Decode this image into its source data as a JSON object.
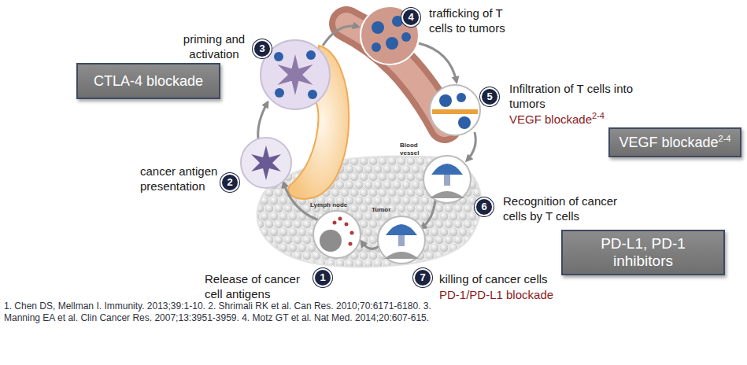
{
  "diagram": {
    "nodes": [
      {
        "text": [
          "CTLA-4 blockade"
        ]
      },
      {
        "text": [
          "3",
          "priming and activation"
        ]
      },
      {
        "text": [
          "4",
          "trafficking of T cells to tumors"
        ]
      },
      {
        "text": [
          "5",
          "Infiltration of T cells into tumors"
        ]
      },
      {
        "text": [
          "VEGF blockade",
          "2-4"
        ]
      },
      {
        "text": [
          "2",
          "cancer antigen presentation"
        ]
      },
      {
        "text": [
          "6",
          "Recognition of cancer cells by T cells"
        ]
      },
      {
        "text": [
          "PD-L1, PD-1 inhibitors"
        ]
      },
      {
        "text": [
          "1",
          "Release of cancer cell antigens"
        ]
      },
      {
        "text": [
          "7",
          "killing of cancer cells"
        ]
      }
    ],
    "labels": [
      "Lymph node",
      "Blood vessel",
      "VEGF blockade",
      "2-4",
      "Tumor",
      "PD-1/PD-L1 blockade",
      "1. Chen DS, Mellman I. Immunity. 2013;39:1-10. 2. Shrimali RK et al. Can Res. 2010;70:6171-6180. 3. Manning EA et al. Clin Cancer Res. 2007;13:3951-3959. 4. Motz GT et al. Nat Med. 2014;20:607-615."
    ]
  }
}
